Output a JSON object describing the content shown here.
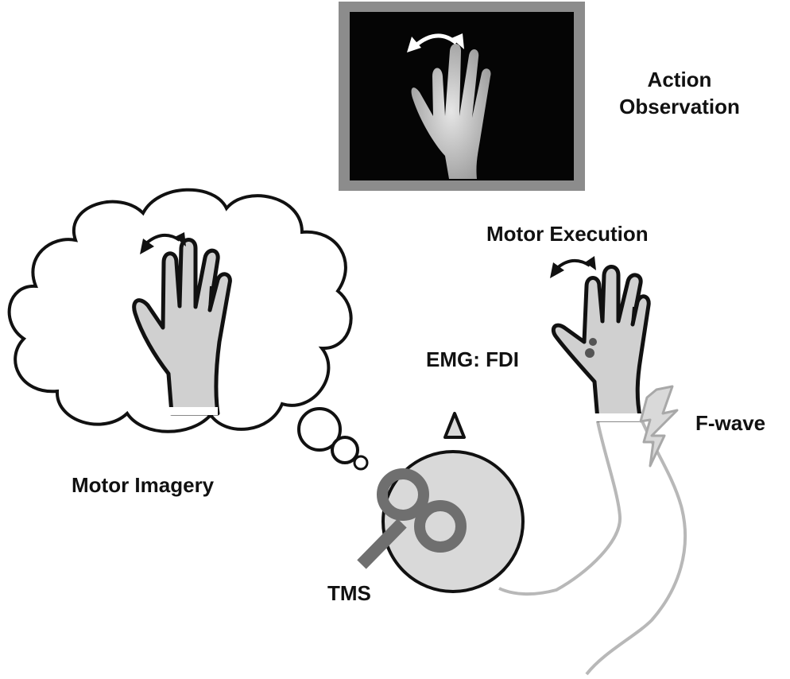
{
  "labels": {
    "action_observation_line1": "Action",
    "action_observation_line2": "Observation",
    "motor_execution": "Motor Execution",
    "emg": "EMG: FDI",
    "f_wave": "F-wave",
    "motor_imagery": "Motor Imagery",
    "tms": "TMS"
  },
  "colors": {
    "outline": "#111111",
    "hand_fill": "#d0d0d0",
    "head_fill": "#d9d9d9",
    "coil": "#6f6f6f",
    "arm_outline": "#b8b8b8",
    "screen_frame": "#8c8c8c",
    "screen_bg": "#050505",
    "emg_dot": "#555555"
  },
  "icons": {
    "rotation_arrow": "curved-double-arrow-icon",
    "lightning": "lightning-bolt-icon",
    "coil": "figure-eight-coil-icon"
  }
}
